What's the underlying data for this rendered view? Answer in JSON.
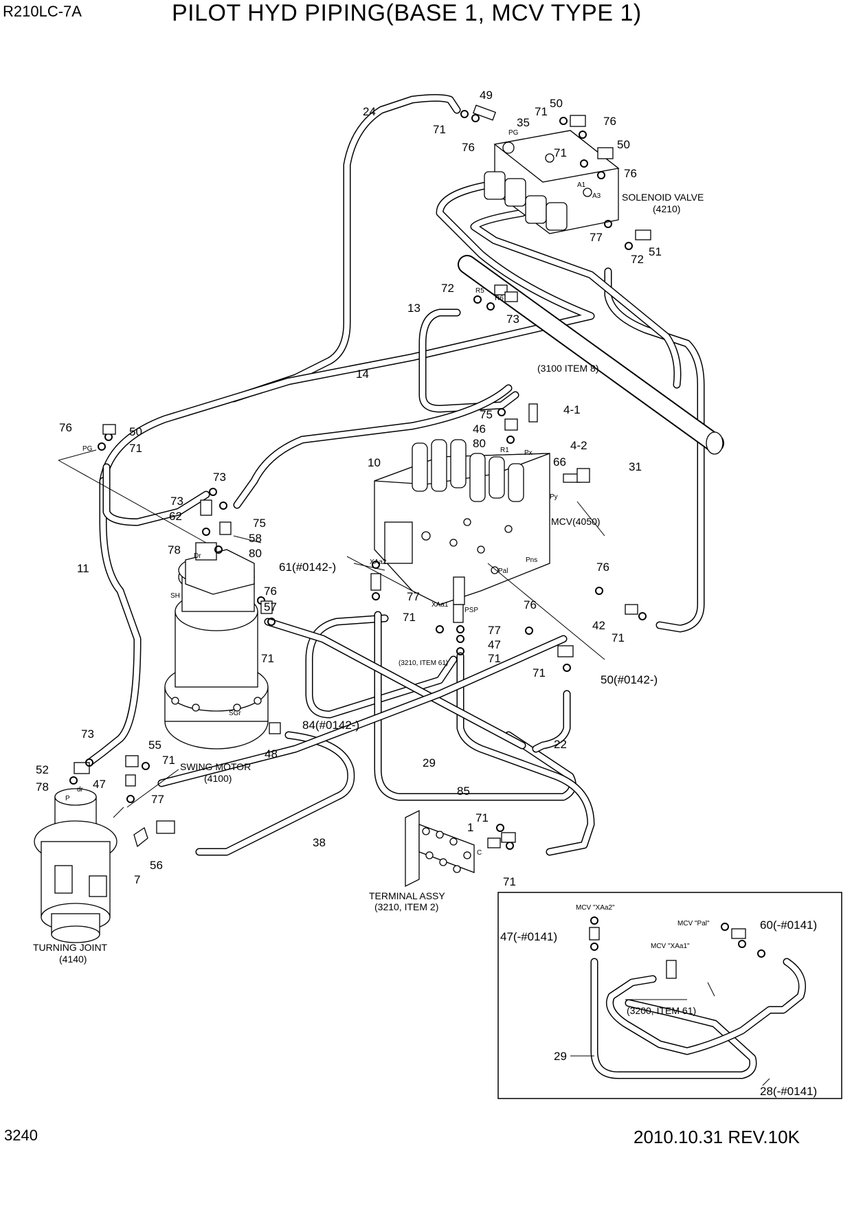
{
  "header": {
    "model": "R210LC-7A",
    "title": "PILOT HYD PIPING(BASE 1, MCV TYPE 1)"
  },
  "footer": {
    "page_number": "3240",
    "revision": "2010.10.31 REV.10K"
  },
  "assemblies": {
    "solenoid_valve": {
      "name": "SOLENOID VALVE",
      "ref": "(4210)"
    },
    "mcv": {
      "name": "MCV(4050)"
    },
    "swing_motor": {
      "name": "SWING MOTOR",
      "ref": "(4100)"
    },
    "turning_joint": {
      "name": "TURNING JOINT",
      "ref": "(4140)"
    },
    "terminal_assy": {
      "name": "TERMINAL ASSY",
      "ref": "(3210, ITEM 2)"
    },
    "ref_3100": "(3100 ITEM 8)",
    "ref_3210": "(3210, ITEM 61)",
    "ref_3200": "(3200, ITEM 61)"
  },
  "port_labels": [
    "PG",
    "PG",
    "R5",
    "R6",
    "R1",
    "Px",
    "Py",
    "XAa2",
    "XAa1",
    "PSP",
    "Pal",
    "Pns",
    "Dr",
    "SH",
    "SGr",
    "dr",
    "P",
    "C",
    "A1",
    "A3"
  ],
  "callouts": {
    "c24": "24",
    "c49": "49",
    "c71a": "71",
    "c50a": "50",
    "c76a": "76",
    "c35": "35",
    "c71b": "71",
    "c76b": "76",
    "c71c": "71",
    "c50b": "50",
    "c76c": "76",
    "c77a": "77",
    "c72a": "72",
    "c51": "51",
    "c72b": "72",
    "c13": "13",
    "c73a": "73",
    "c14": "14",
    "c76d": "76",
    "c50c": "50",
    "c71d": "71",
    "c10": "10",
    "c75a": "75",
    "c41": "4-1",
    "c46": "46",
    "c80a": "80",
    "c42a": "4-2",
    "c66": "66",
    "c31": "31",
    "c73b": "73",
    "c73c": "73",
    "c62": "62",
    "c75b": "75",
    "c58": "58",
    "c78a": "78",
    "c80b": "80",
    "c11": "11",
    "c61": "61(#0142-)",
    "c77b": "77",
    "c76e": "76",
    "c57": "57",
    "c71e": "71",
    "c71f": "71",
    "c77c": "77",
    "c47a": "47",
    "c71g": "71",
    "c76f": "76",
    "c76g": "76",
    "c42b": "42",
    "c71h": "71",
    "c71i": "71",
    "c50d": "50(#0142-)",
    "c84": "84(#0142-)",
    "c73d": "73",
    "c52": "52",
    "c55": "55",
    "c71j": "71",
    "c48": "48",
    "c78b": "78",
    "c47b": "47",
    "c77d": "77",
    "c29a": "29",
    "c22": "22",
    "c85": "85",
    "c38": "38",
    "c56": "56",
    "c7": "7",
    "c71k": "71",
    "c1": "1",
    "c71l": "71"
  },
  "inset": {
    "mcv_xaa2": "MCV \"XAa2\"",
    "mcv_pal": "MCV \"Pal\"",
    "mcv_xaa1": "MCV \"XAa1\"",
    "c47": "47(-#0141)",
    "c60": "60(-#0141)",
    "c29": "29",
    "c28": "28(-#0141)"
  }
}
